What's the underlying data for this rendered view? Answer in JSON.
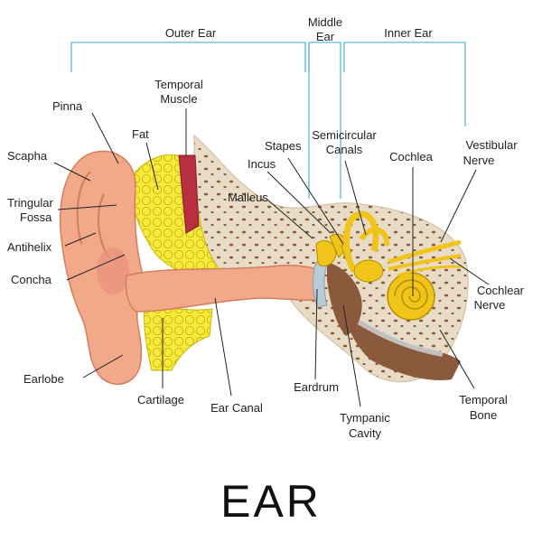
{
  "title": "EAR",
  "sections": {
    "outer": "Outer Ear",
    "middle": [
      "Middle",
      "Ear"
    ],
    "inner": "Inner Ear"
  },
  "labels": {
    "pinna": "Pinna",
    "scapha": "Scapha",
    "fossa": [
      "Tringular",
      "Fossa"
    ],
    "antihelix": "Antihelix",
    "concha": "Concha",
    "earlobe": "Earlobe",
    "temporal_muscle": [
      "Temporal",
      "Muscle"
    ],
    "fat": "Fat",
    "cartilage": "Cartilage",
    "ear_canal": "Ear Canal",
    "stapes": "Stapes",
    "incus": "Incus",
    "malleus": "Malleus",
    "semicircular": [
      "Semicircular",
      "Canals"
    ],
    "cochlea": "Cochlea",
    "vestibular": [
      "Vestibular",
      "Nerve"
    ],
    "cochlear_nerve": [
      "Cochlear",
      "Nerve"
    ],
    "eardrum": "Eardrum",
    "tympanic": [
      "Tympanic",
      "Cavity"
    ],
    "temporal_bone": [
      "Temporal",
      "Bone"
    ]
  },
  "colors": {
    "bracket": "#5fb6da",
    "skin": "#f2a98a",
    "fat": "#f7ea3c",
    "bone": "#e9dcc6",
    "ossicles": "#f0c419",
    "muscle": "#b83040"
  }
}
